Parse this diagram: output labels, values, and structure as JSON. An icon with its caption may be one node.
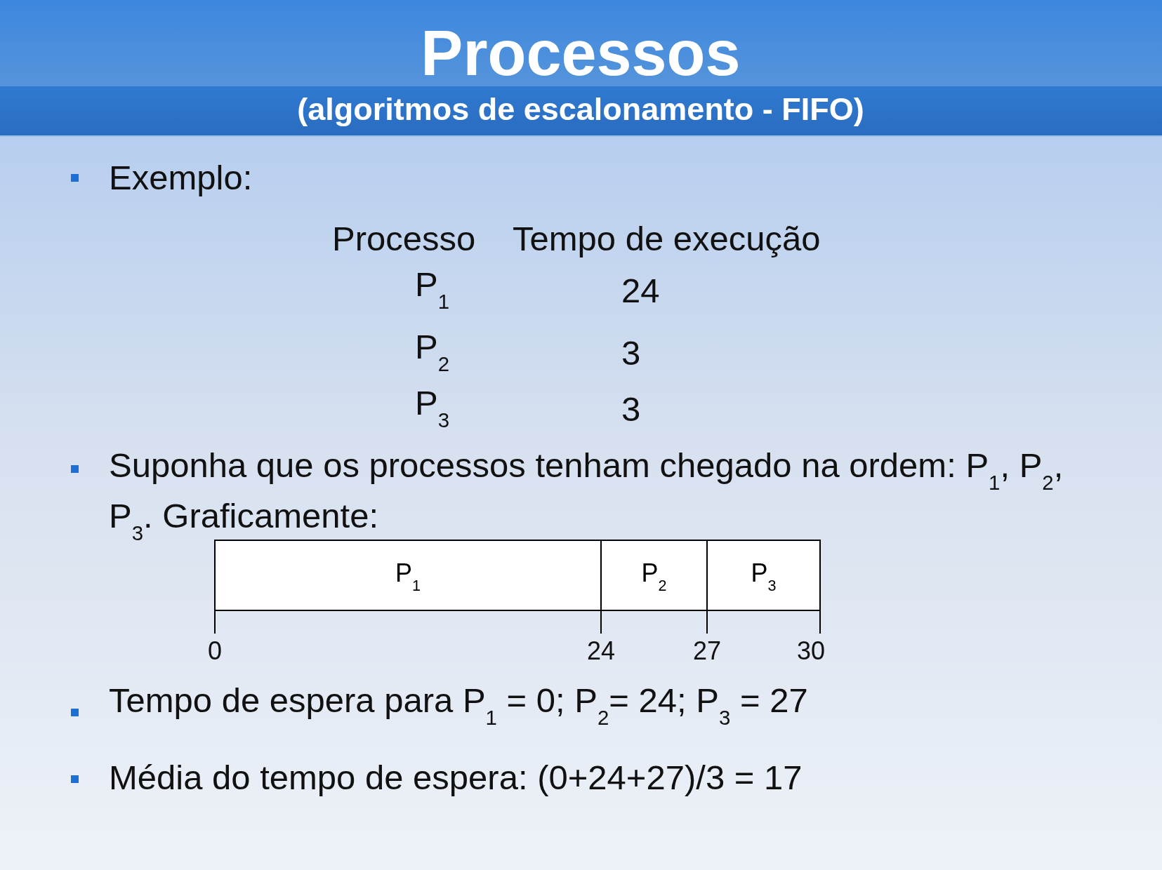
{
  "diagram": {
    "title": "Processos",
    "nodes": [
      {
        "text": [
          "P$_{1}$"
        ]
      },
      {
        "text": [
          "P$_{2}$"
        ]
      },
      {
        "text": [
          "P$_{3}$"
        ]
      }
    ],
    "labels": [
      "(algoritmos de escalonamento - FIFO)",
      "Exemplo:",
      "Processo",
      "Tempo de execução",
      "P$_{1}$",
      "24",
      "P$_{2}$",
      "3",
      "P$_{3}$",
      "3",
      "Suponha que os processos tenham chegado na ordem: P$_{1}$, P$_{2}$, P$_{3}$. Graficamente:",
      "0",
      "24",
      "27",
      "30",
      "Tempo de espera para P$_{1}$ = 0; P$_{2}$= 24; P$_{3}$ = 27",
      "Média do tempo de espera: (0+24+27)/3 = 17"
    ]
  }
}
